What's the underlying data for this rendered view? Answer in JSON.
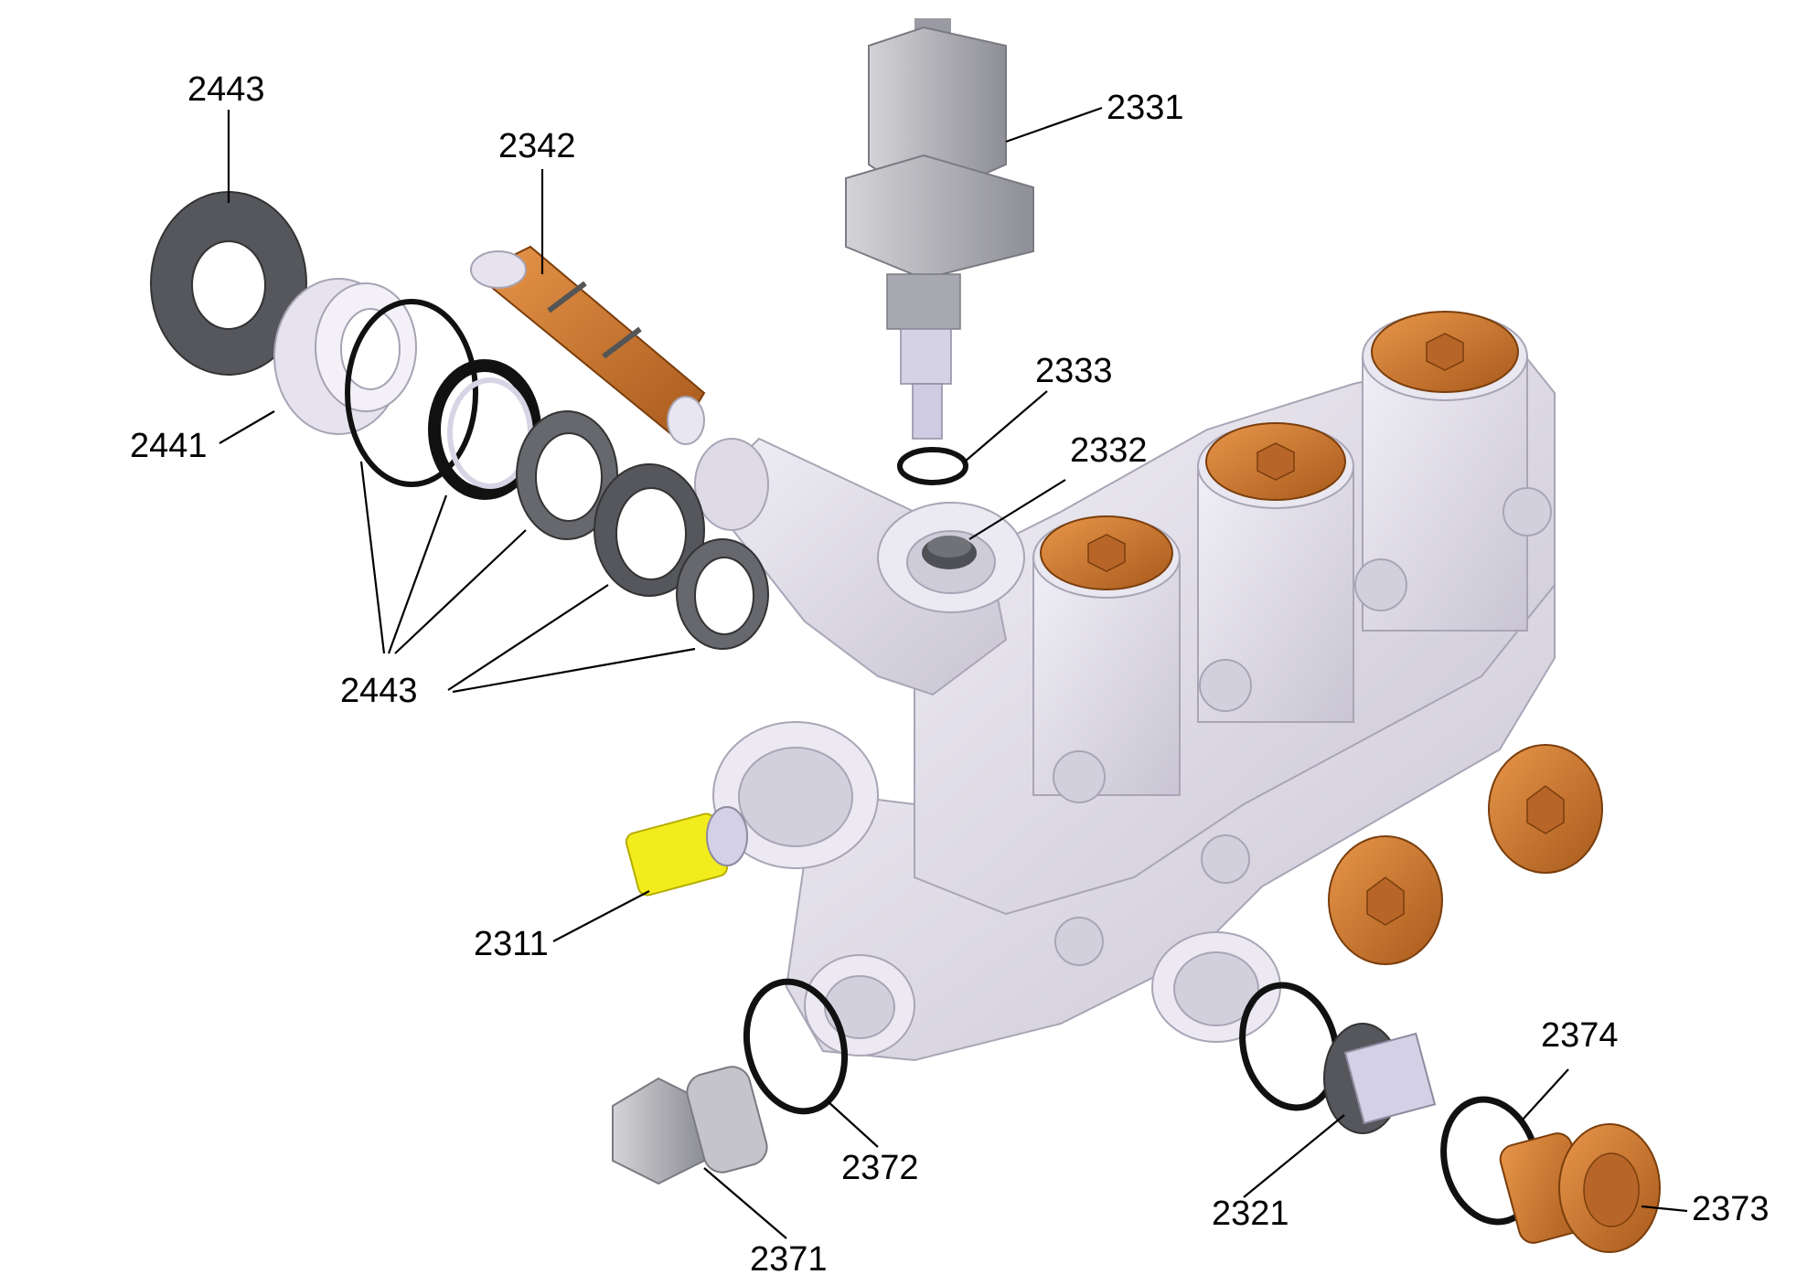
{
  "callouts": [
    {
      "id": "c2443a",
      "label": "2443"
    },
    {
      "id": "c2342",
      "label": "2342"
    },
    {
      "id": "c2331",
      "label": "2331"
    },
    {
      "id": "c2441",
      "label": "2441"
    },
    {
      "id": "c2333",
      "label": "2333"
    },
    {
      "id": "c2332",
      "label": "2332"
    },
    {
      "id": "c2443b",
      "label": "2443"
    },
    {
      "id": "c2311",
      "label": "2311"
    },
    {
      "id": "c2374",
      "label": "2374"
    },
    {
      "id": "c2372",
      "label": "2372"
    },
    {
      "id": "c2321",
      "label": "2321"
    },
    {
      "id": "c2373",
      "label": "2373"
    },
    {
      "id": "c2371",
      "label": "2371"
    }
  ],
  "colors": {
    "housing": "#e4e1ec",
    "housing_shade": "#bdb9c8",
    "plug_orange": "#d07a2c",
    "plug_orange_dark": "#9a4f14",
    "seal_dark": "#55575c",
    "valve_grey": "#b4b4b8",
    "filter_yellow": "#f3ec1c",
    "oring_black": "#111111"
  }
}
